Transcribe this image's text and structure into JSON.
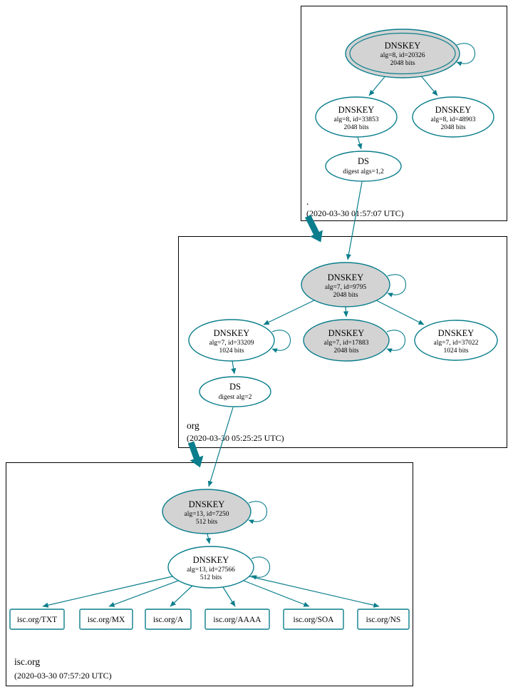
{
  "zones": {
    "root": {
      "label": ".",
      "timestamp": "(2020-03-30 01:57:07 UTC)",
      "nodes": {
        "ksk": {
          "line1": "DNSKEY",
          "line2": "alg=8, id=20326",
          "line3": "2048 bits"
        },
        "zsk": {
          "line1": "DNSKEY",
          "line2": "alg=8, id=33853",
          "line3": "2048 bits"
        },
        "key3": {
          "line1": "DNSKEY",
          "line2": "alg=8, id=48903",
          "line3": "2048 bits"
        },
        "ds": {
          "line1": "DS",
          "line2": "digest algs=1,2"
        }
      }
    },
    "org": {
      "label": "org",
      "timestamp": "(2020-03-30 05:25:25 UTC)",
      "nodes": {
        "ksk": {
          "line1": "DNSKEY",
          "line2": "alg=7, id=9795",
          "line3": "2048 bits"
        },
        "zsk": {
          "line1": "DNSKEY",
          "line2": "alg=7, id=33209",
          "line3": "1024 bits"
        },
        "key3": {
          "line1": "DNSKEY",
          "line2": "alg=7, id=17883",
          "line3": "2048 bits"
        },
        "key4": {
          "line1": "DNSKEY",
          "line2": "alg=7, id=37022",
          "line3": "1024 bits"
        },
        "ds": {
          "line1": "DS",
          "line2": "digest alg=2"
        }
      }
    },
    "isc": {
      "label": "isc.org",
      "timestamp": "(2020-03-30 07:57:20 UTC)",
      "nodes": {
        "ksk": {
          "line1": "DNSKEY",
          "line2": "alg=13, id=7250",
          "line3": "512 bits"
        },
        "zsk": {
          "line1": "DNSKEY",
          "line2": "alg=13, id=27566",
          "line3": "512 bits"
        },
        "rrsets": [
          {
            "label": "isc.org/TXT"
          },
          {
            "label": "isc.org/MX"
          },
          {
            "label": "isc.org/A"
          },
          {
            "label": "isc.org/AAAA"
          },
          {
            "label": "isc.org/SOA"
          },
          {
            "label": "isc.org/NS"
          }
        ]
      }
    }
  },
  "colors": {
    "edge": "#0a7e8c",
    "node_fill": "#ffffff",
    "node_fill_sep": "#d3d3d3",
    "text_color": "#000000",
    "box_border": "#000000"
  }
}
